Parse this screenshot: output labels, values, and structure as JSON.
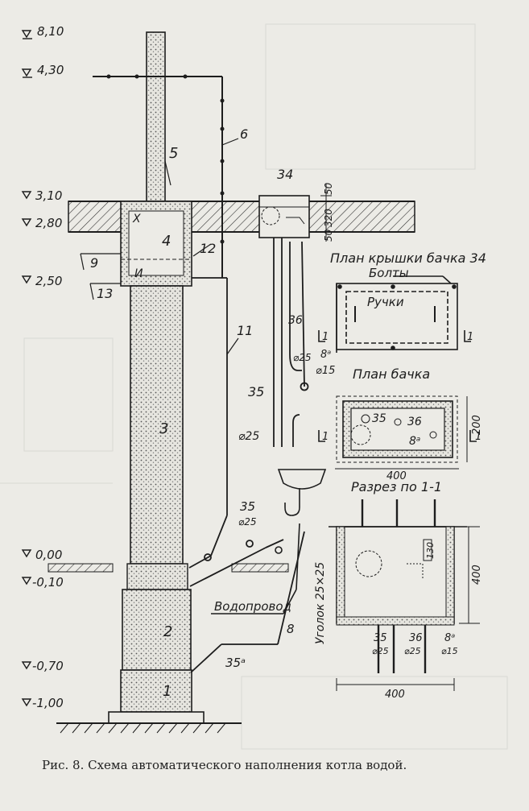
{
  "levels": {
    "l810": "8,10",
    "l430": "4,30",
    "l310": "3,10",
    "l280": "2,80",
    "l250": "2,50",
    "l000": "0,00",
    "lm010": "-0,10",
    "lm070": "-0,70",
    "lm100": "-1,00"
  },
  "labels": {
    "n1": "1",
    "n2": "2",
    "n3": "3",
    "n4": "4",
    "n5": "5",
    "n6": "6",
    "n8": "8",
    "n9": "9",
    "n11": "11",
    "n12": "12",
    "n13": "13",
    "n34": "34",
    "n35": "35",
    "n35b": "35",
    "n35c": "35",
    "n35d": "35",
    "n35a": "35ᵃ",
    "n36": "36",
    "n36b": "36",
    "n36c": "36",
    "n8a": "8ᵃ",
    "n8a_b": "8ᵃ",
    "n8a_c": "8ᵃ",
    "d25a": "⌀25",
    "d25b": "⌀25",
    "d25c": "⌀25",
    "d25d": "⌀25",
    "d25e": "⌀25",
    "d15a": "⌀15",
    "d15b": "⌀15",
    "markX": "X",
    "markI": "И",
    "water": "Водопровод",
    "angle": "Уголок 25×25",
    "dim50a": "50",
    "dim50b": "50",
    "dim320": "320",
    "dim200": "200",
    "dim400a": "400",
    "dim400b": "400",
    "dim400c": "400",
    "dim130": "130",
    "sec1a": "1",
    "sec1b": "1",
    "sec1c": "1",
    "sec1d": "1",
    "title_lid": "План крышки бачка 34",
    "title_tank": "План бачка",
    "title_section": "Разрез по 1-1",
    "bolts": "Болты",
    "handles": "Ручки"
  },
  "caption": "Рис. 8. Схема автоматического наполнения котла водой."
}
